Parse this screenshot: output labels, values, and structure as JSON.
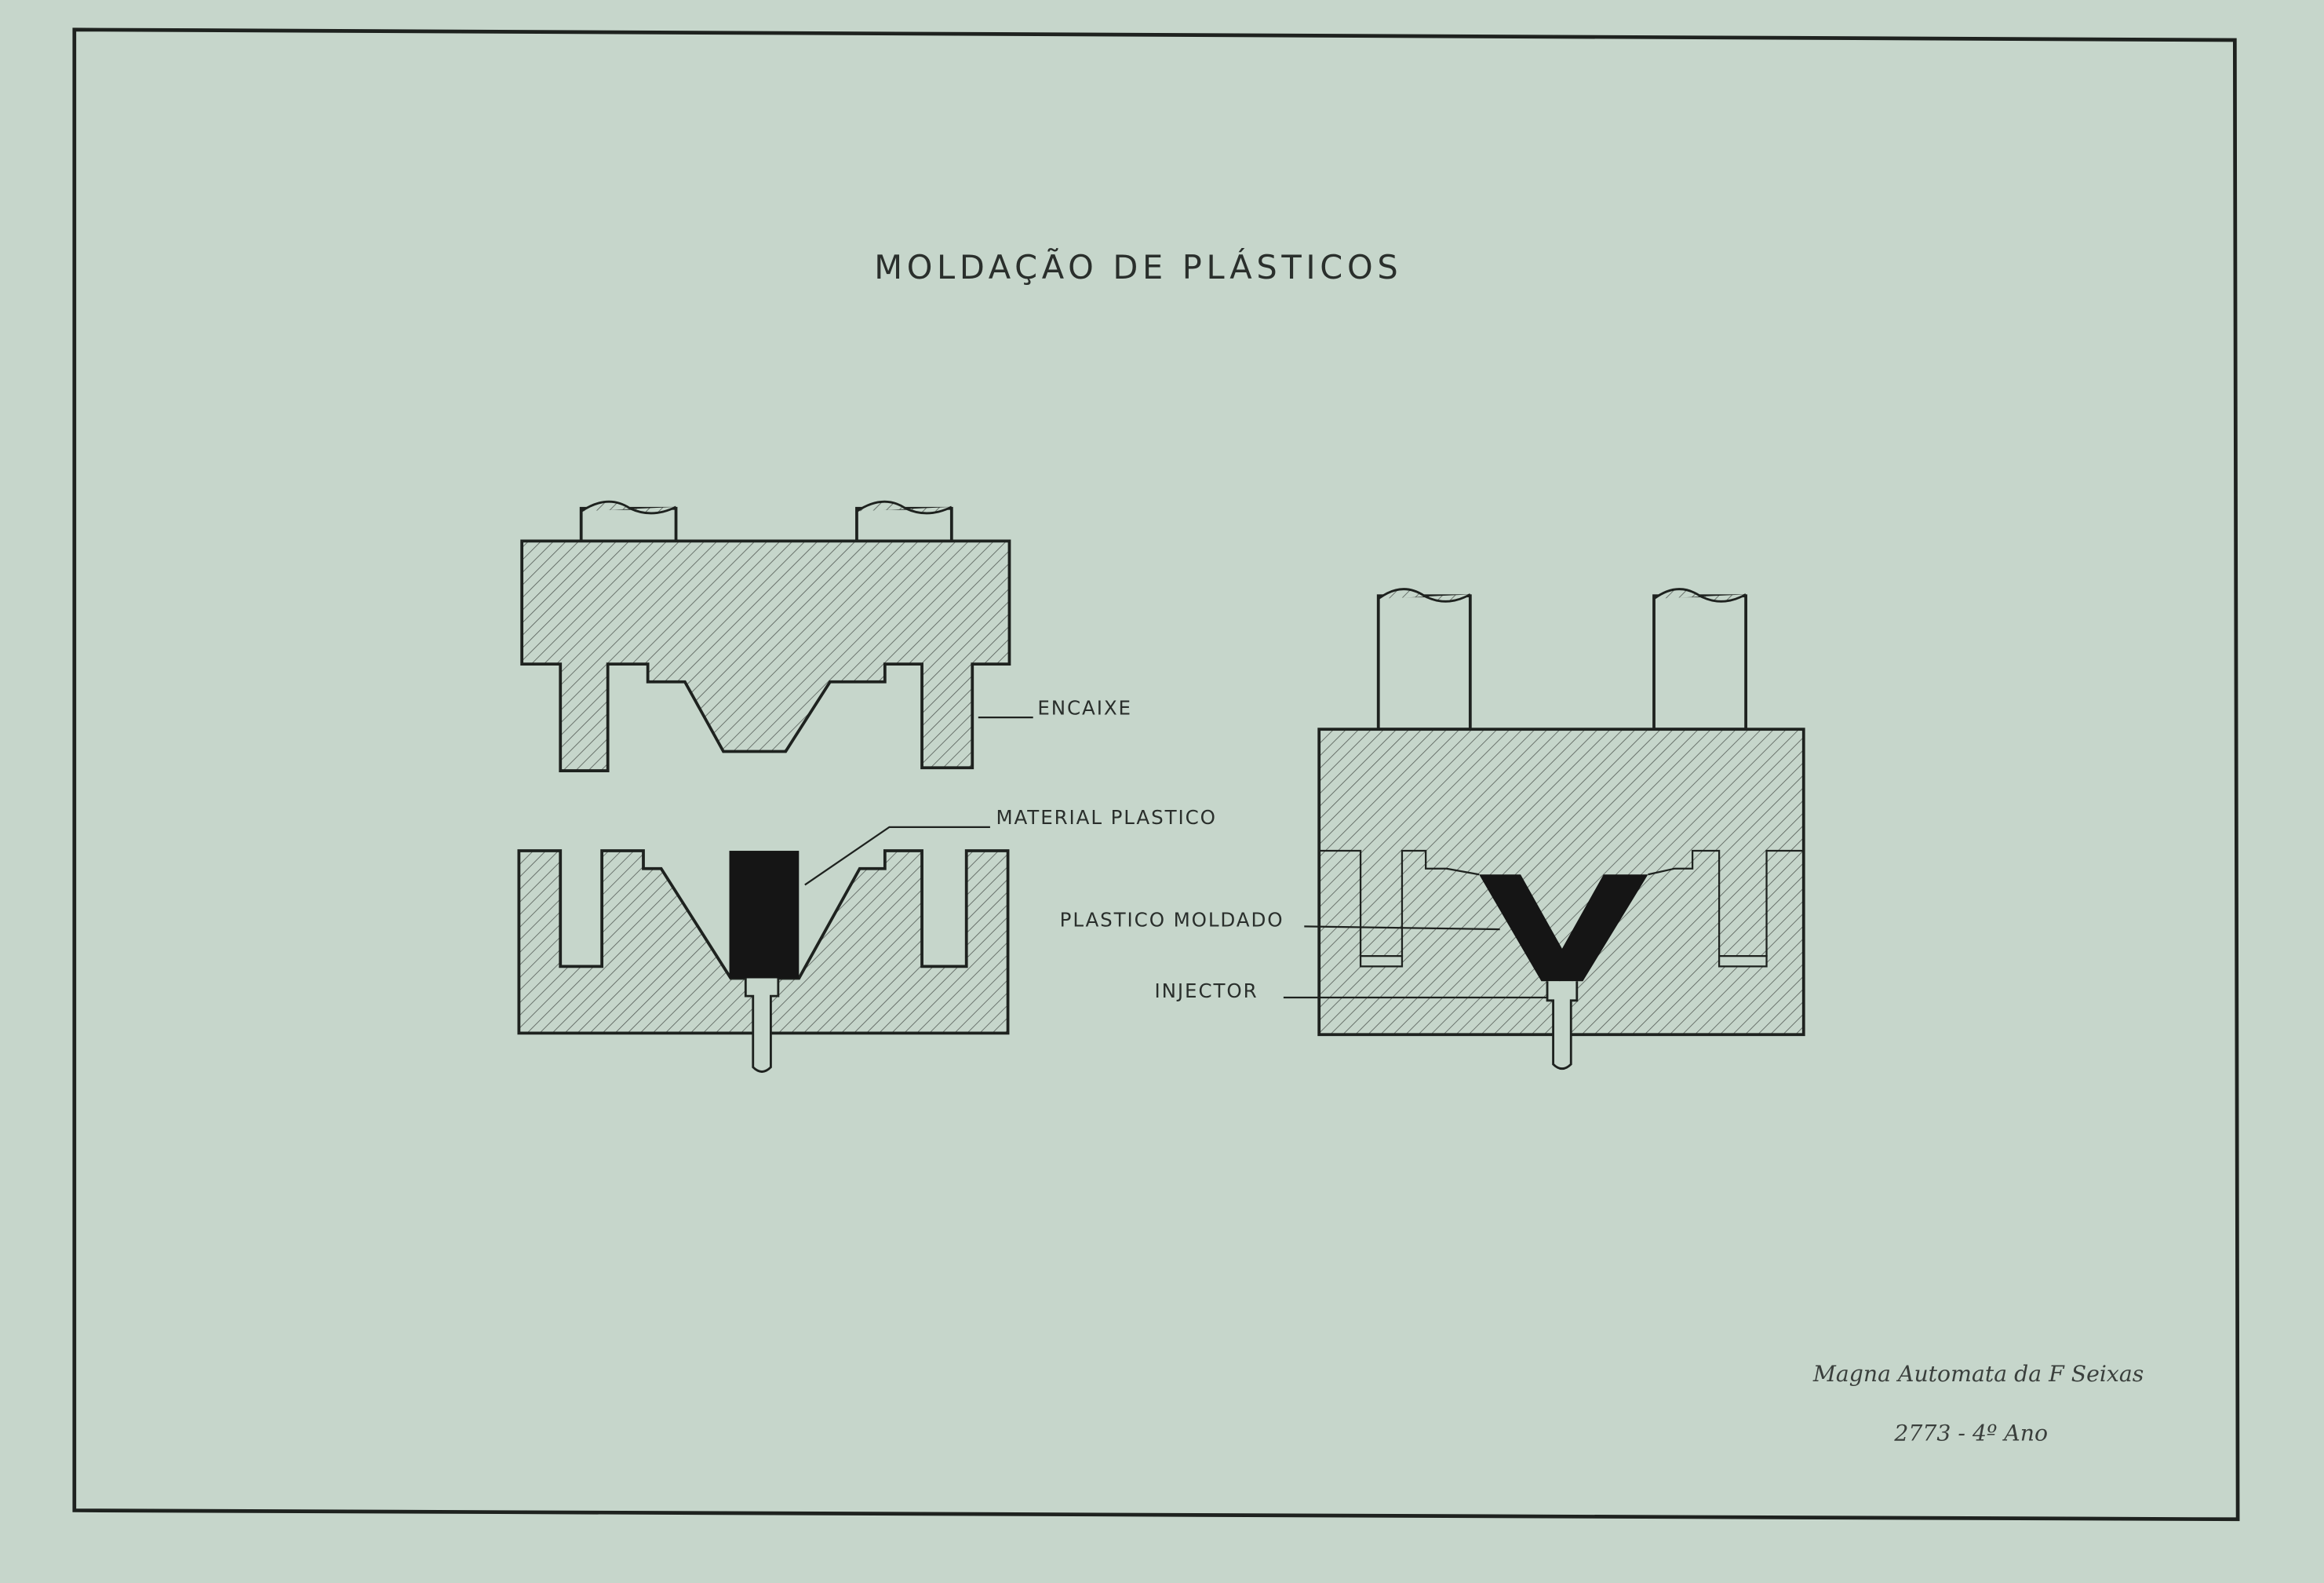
{
  "title": "MOLDAÇÃO DE PLÁSTICOS",
  "labels": {
    "encaixe": "ENCAIXE",
    "material_plastico": "MATERIAL PLASTICO",
    "plastico_moldado": "PLASTICO MOLDADO",
    "injector": "INJECTOR"
  },
  "signature": {
    "line1": "Magna Automata da F Seixas",
    "line2": "2773 - 4º Ano"
  },
  "colors": {
    "paper": "#c6d6cb",
    "ink": "#1e221f"
  }
}
